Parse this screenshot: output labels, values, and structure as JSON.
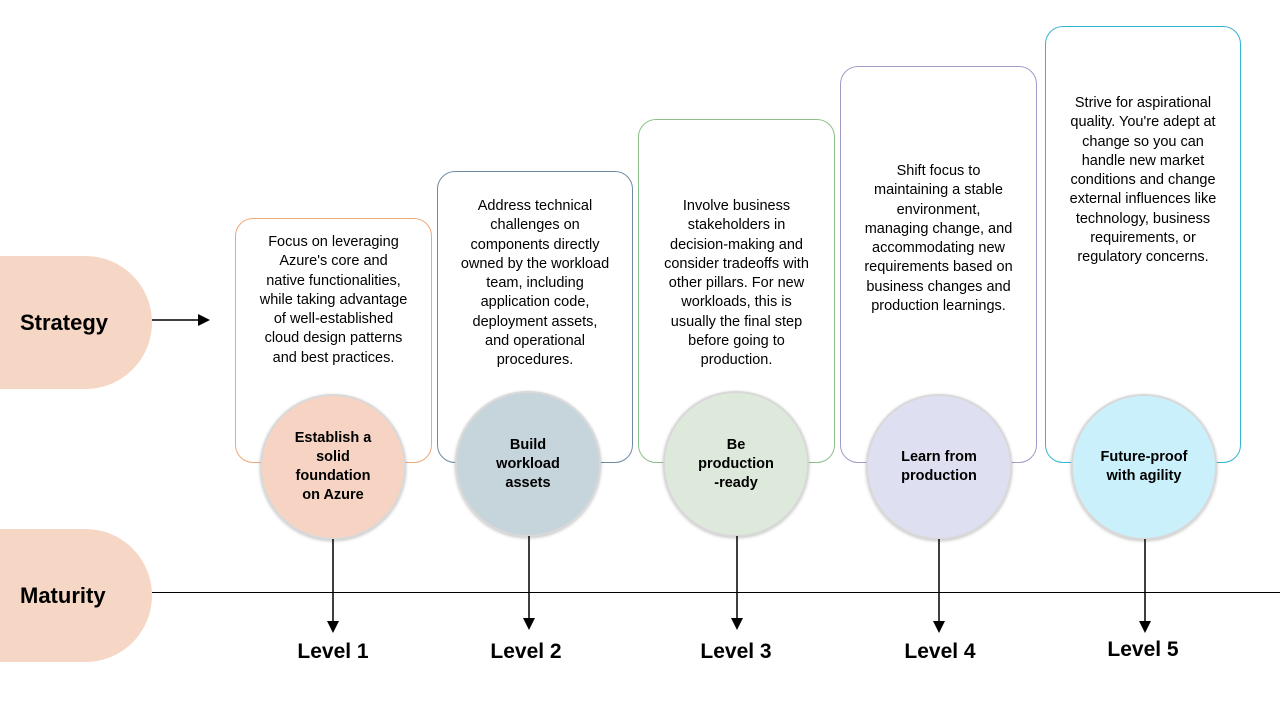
{
  "rows": {
    "strategy": "Strategy",
    "maturity": "Maturity"
  },
  "stages": [
    {
      "description": "Focus on leveraging Azure's core and native functionalities, while taking advantage of well-established cloud design patterns and best practices.",
      "title": "Establish a solid foundation on Azure",
      "level": "Level 1"
    },
    {
      "description": "Address technical challenges on components directly owned by the workload team, including application code, deployment assets, and operational procedures.",
      "title": "Build workload assets",
      "level": "Level 2"
    },
    {
      "description": "Involve business stakeholders in decision-making and consider tradeoffs with other pillars. For new workloads, this is usually the final step before going to production.",
      "title": "Be production -ready",
      "level": "Level 3"
    },
    {
      "description": "Shift focus to maintaining a stable environment, managing change, and accommodating new requirements based on business changes and production learnings.",
      "title": "Learn from production",
      "level": "Level 4"
    },
    {
      "description": "Strive for aspirational quality. You're adept at change so you can handle new market conditions and change external influences like technology, business requirements, or regulatory concerns.",
      "title": "Future-proof with agility",
      "level": "Level 5"
    }
  ],
  "colors": {
    "tab": "#f6d6c4",
    "circles": [
      "#f6d3c2",
      "#c6d4db",
      "#dde9da",
      "#dedff1",
      "#caf0fb"
    ],
    "card_borders": [
      "#f0a878",
      "#6f8aa3",
      "#8cc08a",
      "#a49ac8",
      "#35b4d4"
    ]
  }
}
